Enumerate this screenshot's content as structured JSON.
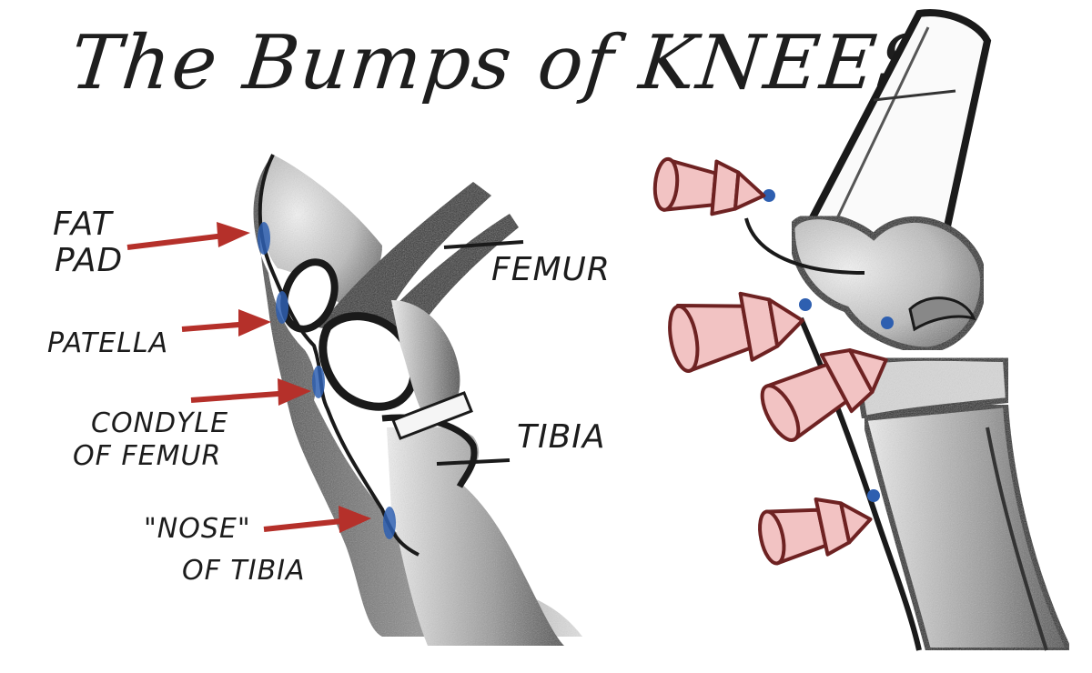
{
  "title": "The Bumps of KNEES",
  "labels": {
    "fat_pad_line1": "FAT",
    "fat_pad_line2": "PAD",
    "patella": "PATELLA",
    "condyle_line1": "CONDYLE",
    "condyle_line2": "OF FEMUR",
    "nose_line1": "\"NOSE\"",
    "nose_line2": "OF TIBIA",
    "femur": "FEMUR",
    "tibia": "TIBIA"
  },
  "colors": {
    "arrow_red": "#b5302a",
    "marker_blue": "#2e5fb0",
    "cone_fill": "#f2c3c3",
    "cone_stroke": "#6e2222",
    "ink": "#1c1c1c"
  }
}
